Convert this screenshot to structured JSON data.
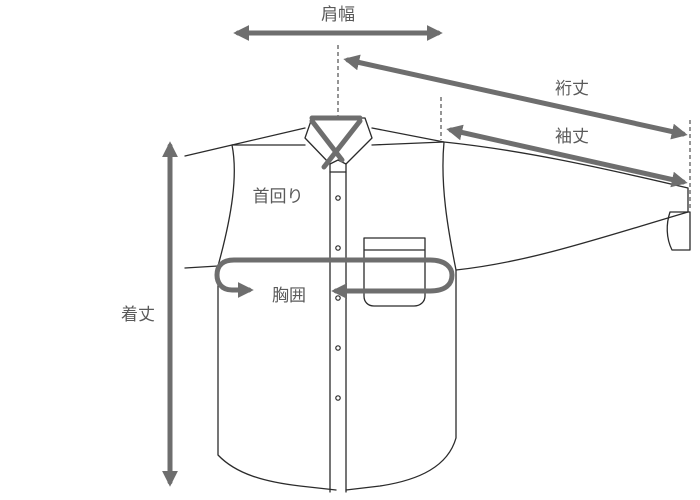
{
  "labels": {
    "shoulder_width": "肩幅",
    "yuki_length": "裄丈",
    "sleeve_length": "袖丈",
    "neck": "首回り",
    "chest": "胸囲",
    "body_length": "着丈"
  },
  "colors": {
    "outline": "#2b2b2b",
    "measure_arrow": "#6e6e6e",
    "label_text": "#5a5a5a",
    "background": "#ffffff"
  }
}
